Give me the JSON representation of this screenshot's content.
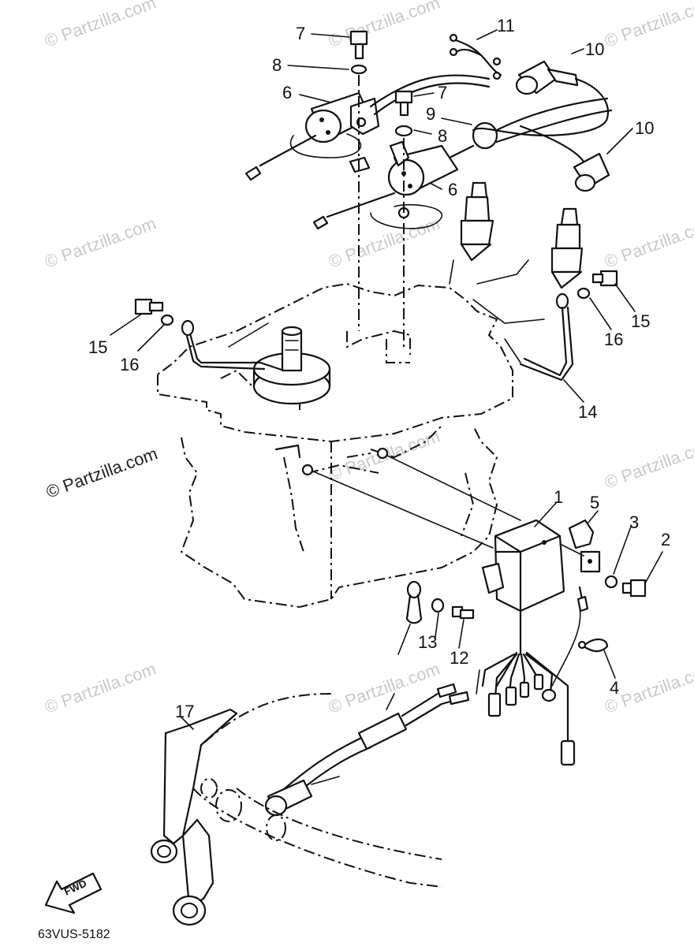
{
  "diagram": {
    "callouts": [
      {
        "id": "c7a",
        "text": "7"
      },
      {
        "id": "c8a",
        "text": "8"
      },
      {
        "id": "c6a",
        "text": "6"
      },
      {
        "id": "c7b",
        "text": "7"
      },
      {
        "id": "c9",
        "text": "9"
      },
      {
        "id": "c8b",
        "text": "8"
      },
      {
        "id": "c6b",
        "text": "6"
      },
      {
        "id": "c11",
        "text": "11"
      },
      {
        "id": "c10a",
        "text": "10"
      },
      {
        "id": "c10b",
        "text": "10"
      },
      {
        "id": "c15a",
        "text": "15"
      },
      {
        "id": "c16a",
        "text": "16"
      },
      {
        "id": "c15b",
        "text": "15"
      },
      {
        "id": "c16b",
        "text": "16"
      },
      {
        "id": "c14",
        "text": "14"
      },
      {
        "id": "c1",
        "text": "1"
      },
      {
        "id": "c5",
        "text": "5"
      },
      {
        "id": "c3",
        "text": "3"
      },
      {
        "id": "c2",
        "text": "2"
      },
      {
        "id": "c4",
        "text": "4"
      },
      {
        "id": "c13",
        "text": "13"
      },
      {
        "id": "c12",
        "text": "12"
      },
      {
        "id": "c17",
        "text": "17"
      }
    ],
    "watermark_text": "© Partzilla.com",
    "fwd_label": "FWD",
    "diagram_code": "63VUS-5182"
  }
}
